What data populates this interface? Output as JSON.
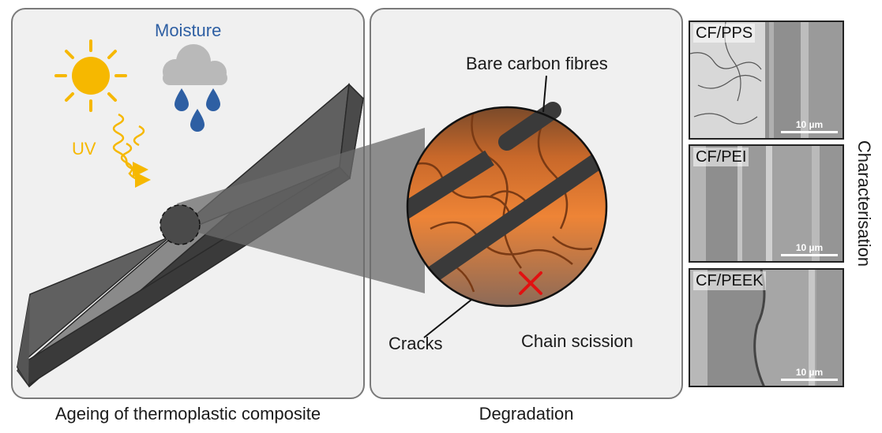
{
  "panels": {
    "ageing": {
      "caption": "Ageing of thermoplastic composite",
      "moisture_label": "Moisture",
      "uv_label": "UV"
    },
    "degradation": {
      "caption": "Degradation",
      "bare_fibres_label": "Bare carbon fibres",
      "cracks_label": "Cracks",
      "chain_scission_label": "Chain scission"
    }
  },
  "characterisation": {
    "title": "Characterisation",
    "images": [
      {
        "label": "CF/PPS",
        "scale": "10 µm"
      },
      {
        "label": "CF/PEI",
        "scale": "10 µm"
      },
      {
        "label": "CF/PEEK",
        "scale": "10 µm"
      }
    ]
  },
  "colors": {
    "sun": "#f6b800",
    "uv": "#f6b800",
    "moisture_text": "#2e5fa3",
    "raindrop": "#2e5fa3",
    "cloud": "#b9b9b9",
    "composite_top": "#5f5f5f",
    "fibre": "#3a3a3a",
    "scission_mark": "#e11111"
  },
  "icons": [
    "sun-icon",
    "cloud-icon",
    "raindrop-icon",
    "uv-wave-icon",
    "scission-x-icon"
  ]
}
